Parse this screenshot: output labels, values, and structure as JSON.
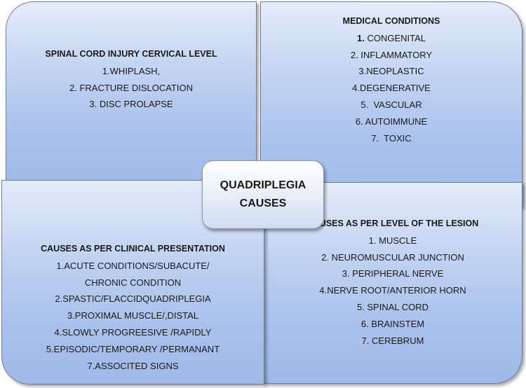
{
  "center": {
    "line1": "QUADRIPLEGIA",
    "line2": "CAUSES"
  },
  "top_left": {
    "title": "SPINAL CORD INJURY  CERVICAL LEVEL",
    "items": [
      "1.WHIPLASH,",
      "2. FRACTURE DISLOCATION",
      "3. DISC PROLAPSE"
    ]
  },
  "top_right": {
    "title": "MEDICAL CONDITIONS",
    "item1_num": "1.",
    "item1_text": " CONGENITAL",
    "items": [
      "2. INFLAMMATORY",
      "3.NEOPLASTIC",
      "4.DEGENERATIVE",
      "5.  VASCULAR",
      "6. AUTOIMMUNE",
      "7.  TOXIC"
    ]
  },
  "bottom_right": {
    "title": "CAUSES AS PER LEVEL OF THE LESION",
    "items": [
      "1. MUSCLE",
      "2. NEUROMUSCULAR JUNCTION",
      "3. PERIPHERAL NERVE",
      "4.NERVE ROOT/ANTERIOR HORN",
      "5. SPINAL CORD",
      "6. BRAINSTEM",
      "7. CEREBRUM"
    ]
  },
  "bottom_left": {
    "title": "CAUSES AS PER CLINICAL PRESENTATION",
    "items": [
      "1.ACUTE CONDITIONS/SUBACUTE/",
      "CHRONIC CONDITION",
      "2.SPASTIC/FLACCIDQUADRIPLEGIA",
      "3.PROXIMAL MUSCLE/,DISTAL",
      "4.SLOWLY PROGREESIVE /RAPIDLY",
      "5.EPISODIC/TEMPORARY /PERMANANT",
      "7.ASSOCITED SIGNS"
    ]
  }
}
